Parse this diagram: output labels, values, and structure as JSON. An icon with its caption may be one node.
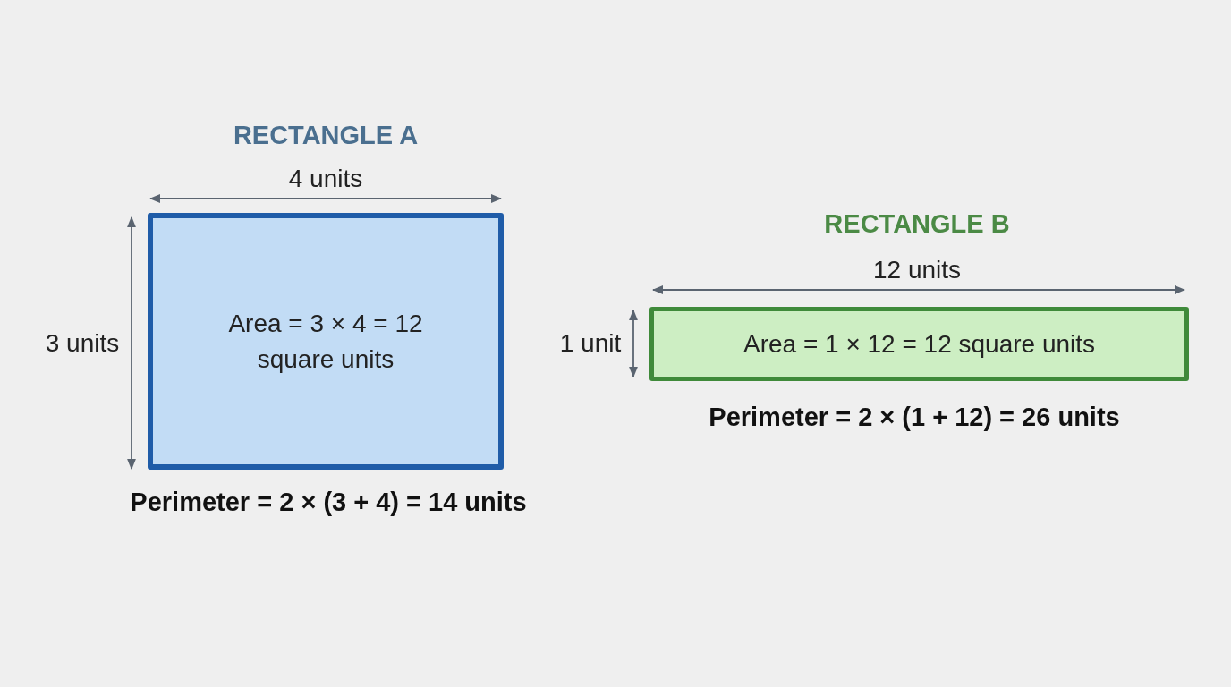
{
  "diagram": {
    "nodes": [
      {
        "text": [
          "RECTANGLE A",
          "Area = 3 × 4 = 12 square units"
        ],
        "beside": [
          "Perimeter = 2 × (3 + 4) = 14 units"
        ]
      },
      {
        "text": [
          "RECTANGLE B",
          "Area = 1 × 12 = 12 square units"
        ],
        "beside": [
          "Perimeter = 2 × (1 + 12) = 26 units"
        ]
      }
    ],
    "edges": [],
    "labels": [
      "4 units",
      "3 units",
      "12 units",
      "1 unit"
    ]
  }
}
